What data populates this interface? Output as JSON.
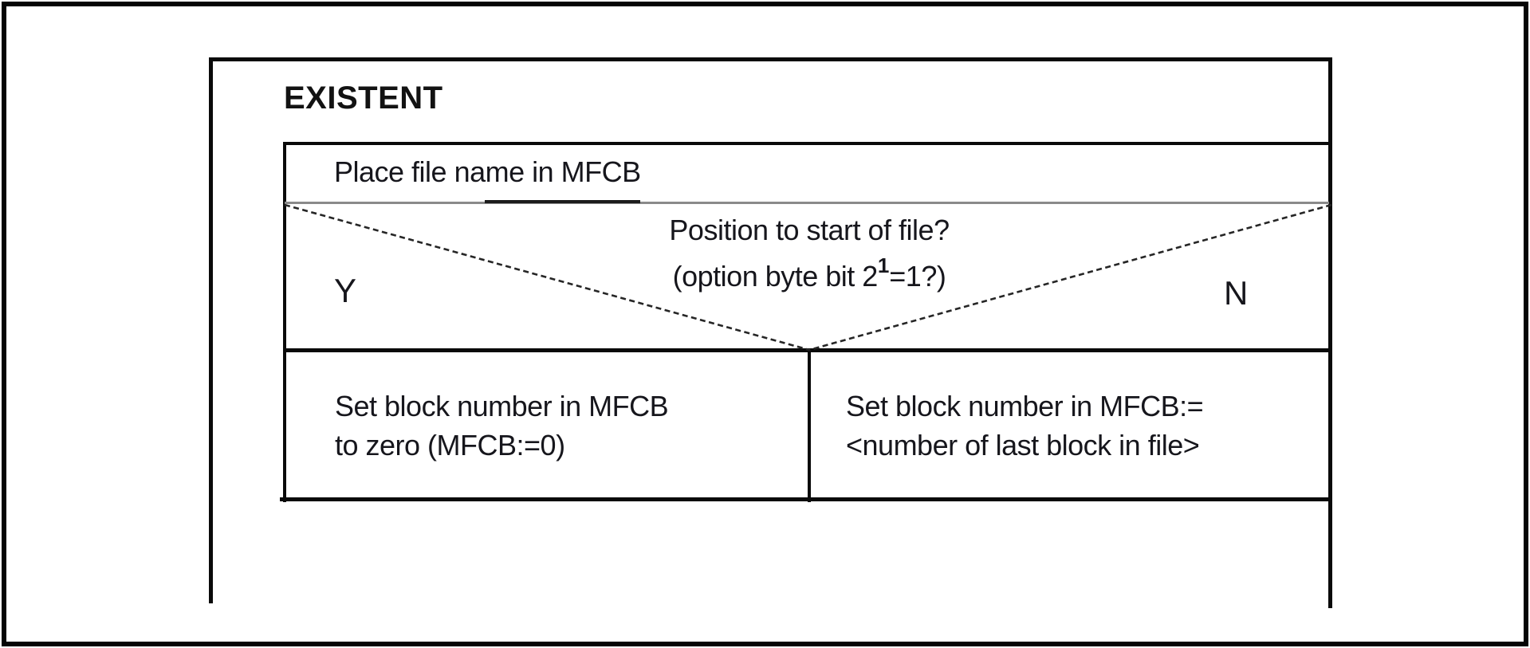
{
  "flowchart": {
    "title": "EXISTENT",
    "step1": "Place file name in MFCB",
    "decision": {
      "line1": "Position to start of file?",
      "line2_before_sup": "(option byte bit 2",
      "sup": "1",
      "line2_after_sup": "=1?)",
      "yes_label": "Y",
      "no_label": "N"
    },
    "yes_branch": {
      "line1": "Set block number in MFCB",
      "line2": "to zero (MFCB:=0)"
    },
    "no_branch": {
      "line1": "Set block number in MFCB:=",
      "line2": "<number of last block in file>"
    }
  },
  "colors": {
    "line": "#0a0a0a",
    "faded_line": "#8a8a8a",
    "text": "#16161c",
    "background": "#ffffff"
  }
}
